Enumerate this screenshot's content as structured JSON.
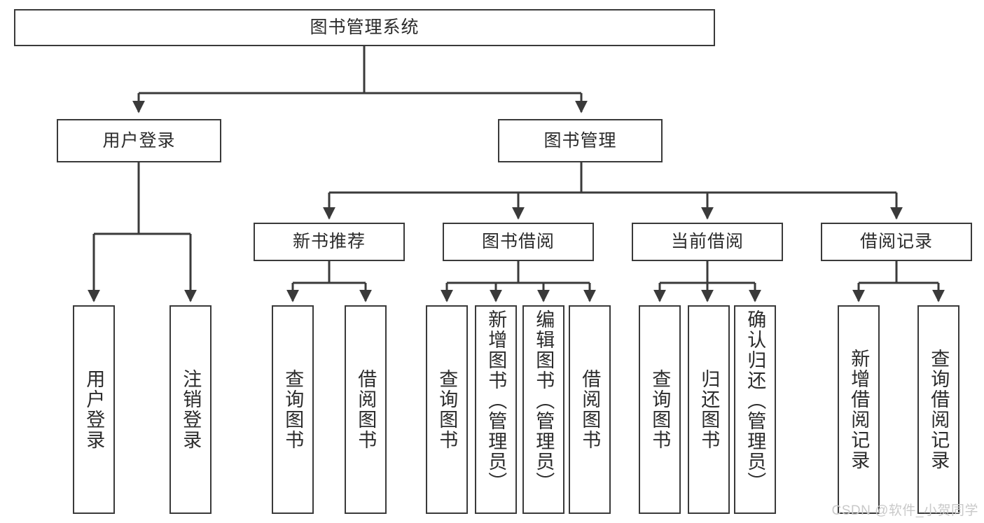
{
  "diagram": {
    "title": "图书管理系统",
    "type": "tree-hierarchy",
    "watermark": "CSDN @软件_小贺同学",
    "colors": {
      "stroke": "#3a3a3a",
      "fill": "#ffffff",
      "text": "#2b2b2b",
      "watermark": "#c9c9c9"
    },
    "levels": {
      "root": {
        "label": "图书管理系统"
      },
      "level2": [
        {
          "label": "用户登录"
        },
        {
          "label": "图书管理"
        }
      ],
      "level3": [
        {
          "label": "新书推荐"
        },
        {
          "label": "图书借阅"
        },
        {
          "label": "当前借阅"
        },
        {
          "label": "借阅记录"
        }
      ],
      "leaves": {
        "user_login": [
          {
            "label": "用户登录"
          },
          {
            "label": "注销登录"
          }
        ],
        "new_book_recommend": [
          {
            "label": "查询图书"
          },
          {
            "label": "借阅图书"
          }
        ],
        "book_borrow": [
          {
            "label": "查询图书"
          },
          {
            "label": "新增图书（管理员）"
          },
          {
            "label": "编辑图书（管理员）"
          },
          {
            "label": "借阅图书"
          }
        ],
        "current_borrow": [
          {
            "label": "查询图书"
          },
          {
            "label": "归还图书"
          },
          {
            "label": "确认归还（管理员）"
          }
        ],
        "borrow_record": [
          {
            "label": "新增借阅记录"
          },
          {
            "label": "查询借阅记录"
          }
        ]
      }
    }
  }
}
